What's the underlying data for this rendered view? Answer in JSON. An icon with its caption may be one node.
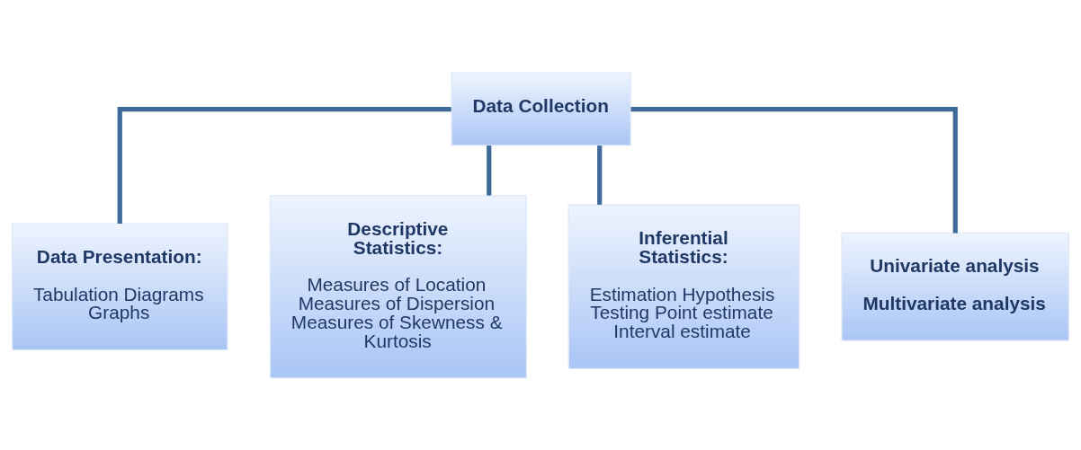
{
  "diagram": {
    "nodes": [
      {
        "text": [
          "Data Collection"
        ]
      },
      {
        "text": [
          "Data Presentation:",
          "Tabulation Diagrams Graphs"
        ]
      },
      {
        "text": [
          "Descriptive Statistics:",
          "Measures of Location Measures of Dispersion Measures of Skewness & Kurtosis"
        ]
      },
      {
        "text": [
          "Inferential Statistics:",
          "Estimation Hypothesis Testing Point estimate Interval estimate"
        ]
      },
      {
        "text": [
          "Univariate analysis",
          "Multivariate analysis"
        ]
      }
    ],
    "edges": [
      {
        "from": 0,
        "to": 1,
        "arrow": "none"
      },
      {
        "from": 0,
        "to": 2,
        "arrow": "none"
      },
      {
        "from": 0,
        "to": 3,
        "arrow": "none"
      },
      {
        "from": 0,
        "to": 4,
        "arrow": "none"
      }
    ]
  }
}
